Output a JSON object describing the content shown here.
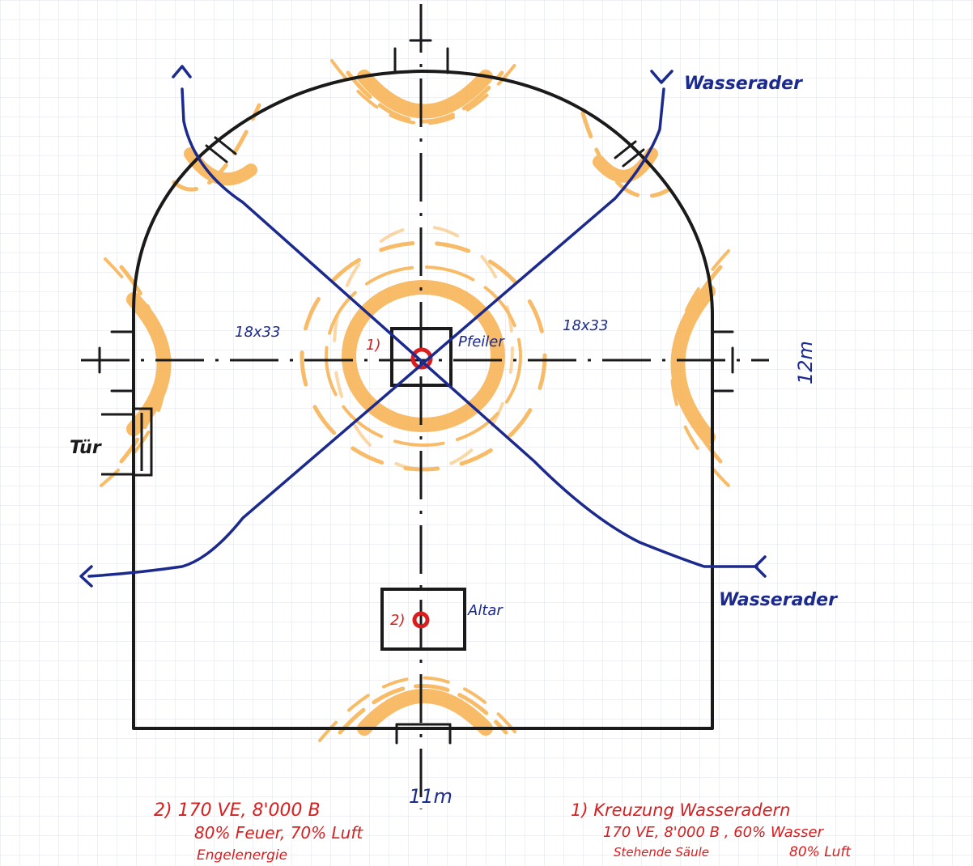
{
  "labels": {
    "wasserader_top": "Wasserader",
    "wasserader_bottom": "Wasserader",
    "tuer": "Tür",
    "pfeiler": "Pfeiler",
    "altar": "Altar",
    "dim_left": "18x33",
    "dim_right": "18x33",
    "width": "11m",
    "height": "12m",
    "marker_1": "1)",
    "marker_2": "2)"
  },
  "notes": {
    "note2": {
      "line1": "2)  170 VE, 8'000 B",
      "line2": "80% Feuer, 70% Luft",
      "line3": "Engelenergie"
    },
    "note1": {
      "line1": "1) Kreuzung Wasseradern",
      "line2": "170 VE, 8'000 B ,  60% Wasser",
      "line3": "Stehende Säule",
      "line4": "80% Luft"
    }
  },
  "colors": {
    "ink_black": "#1a1a1a",
    "ink_blue": "#1b2a8c",
    "ink_red": "#d81e1e",
    "highlighter_orange": "#f7b04e",
    "grid": "#dfe3e8"
  }
}
